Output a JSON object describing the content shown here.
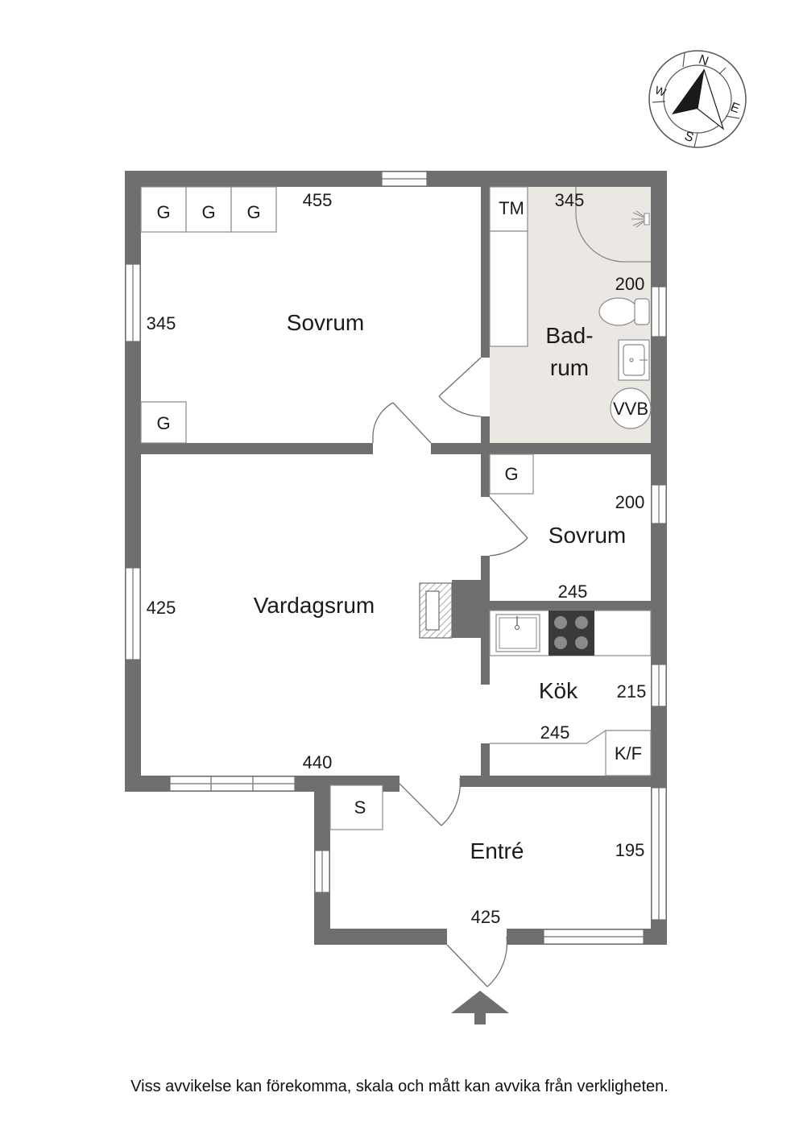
{
  "compass": {
    "n": "N",
    "e": "E",
    "s": "S",
    "w": "W"
  },
  "rooms": {
    "sovrum_large": "Sovrum",
    "badrum_line1": "Bad-",
    "badrum_line2": "rum",
    "vardagsrum": "Vardagsrum",
    "sovrum_small": "Sovrum",
    "kok": "Kök",
    "entre": "Entré"
  },
  "dimensions": {
    "sovrum_large_width": "455",
    "sovrum_large_depth": "345",
    "badrum_width": "345",
    "badrum_depth": "200",
    "sovrum_small_depth": "200",
    "sovrum_small_width": "245",
    "vardagsrum_depth": "425",
    "vardagsrum_width": "440",
    "kok_depth": "215",
    "kok_width": "245",
    "entre_depth": "195",
    "entre_width": "425"
  },
  "fixtures": {
    "wardrobe": "G",
    "washing_machine": "TM",
    "water_heater": "VVB",
    "fridge_freezer": "K/F",
    "entry_closet": "S"
  },
  "colors": {
    "wall": "#6f6f6f",
    "bathroom_floor": "#ebe8e4"
  },
  "disclaimer": "Viss avvikelse kan förekomma, skala och mått kan avvika från verkligheten."
}
